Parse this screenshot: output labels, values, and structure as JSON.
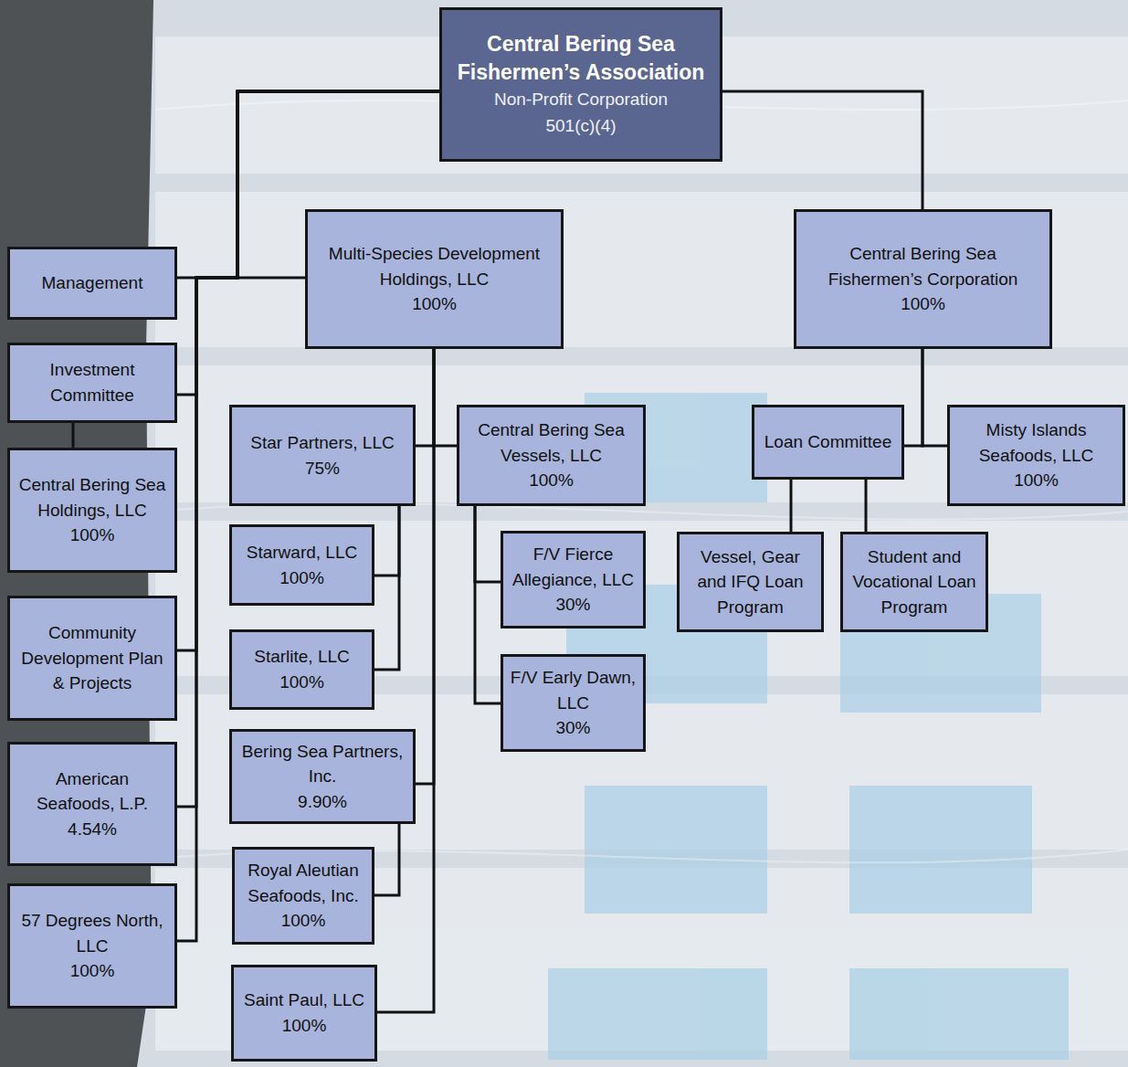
{
  "diagram": {
    "nodes": [
      {
        "text": [
          "Central Bering Sea Fishermen’s Association",
          "Non-Profit Corporation 501(c)(4)"
        ]
      },
      {
        "text": [
          "Management"
        ]
      },
      {
        "text": [
          "Multi-Species Development Holdings, LLC",
          "100%"
        ]
      },
      {
        "text": [
          "Central Bering Sea Fishermen’s Corporation",
          "100%"
        ]
      },
      {
        "text": [
          "Investment Committee"
        ]
      },
      {
        "text": [
          "Central Bering Sea Holdings, LLC",
          "100%"
        ]
      },
      {
        "text": [
          "Community Development Plan & Projects"
        ]
      },
      {
        "text": [
          "American Seafoods, L.P.",
          "4.54%"
        ]
      },
      {
        "text": [
          "57 Degrees North, LLC",
          "100%"
        ]
      },
      {
        "text": [
          "Star Partners, LLC",
          "75%"
        ]
      },
      {
        "text": [
          "Starward, LLC",
          "100%"
        ]
      },
      {
        "text": [
          "Starlite, LLC",
          "100%"
        ]
      },
      {
        "text": [
          "Bering Sea Partners, Inc.",
          "9.90%"
        ]
      },
      {
        "text": [
          "Royal Aleutian Seafoods, Inc.",
          "100%"
        ]
      },
      {
        "text": [
          "Saint Paul, LLC",
          "100%"
        ]
      },
      {
        "text": [
          "Central Bering Sea Vessels, LLC",
          "100%"
        ]
      },
      {
        "text": [
          "F/V Fierce Allegiance, LLC",
          "30%"
        ]
      },
      {
        "text": [
          "F/V Early Dawn, LLC",
          "30%"
        ]
      },
      {
        "text": [
          "Loan Committee"
        ]
      },
      {
        "text": [
          "Misty Islands Seafoods, LLC",
          "100%"
        ]
      },
      {
        "text": [
          "Vessel, Gear and IFQ Loan Program"
        ]
      },
      {
        "text": [
          "Student and Vocational Loan Program"
        ]
      }
    ],
    "edges": [
      {
        "from": 0,
        "to": 1,
        "arrow": "none"
      },
      {
        "from": 0,
        "to": 2,
        "arrow": "none"
      },
      {
        "from": 0,
        "to": 3,
        "arrow": "none"
      },
      {
        "from": 0,
        "to": 4,
        "arrow": "none"
      },
      {
        "from": 0,
        "to": 6,
        "arrow": "none"
      },
      {
        "from": 0,
        "to": 7,
        "arrow": "none"
      },
      {
        "from": 0,
        "to": 8,
        "arrow": "none"
      },
      {
        "from": 4,
        "to": 5,
        "arrow": "none"
      },
      {
        "from": 2,
        "to": 9,
        "arrow": "none"
      },
      {
        "from": 2,
        "to": 15,
        "arrow": "none"
      },
      {
        "from": 2,
        "to": 12,
        "arrow": "none"
      },
      {
        "from": 2,
        "to": 14,
        "arrow": "none"
      },
      {
        "from": 9,
        "to": 10,
        "arrow": "none"
      },
      {
        "from": 9,
        "to": 11,
        "arrow": "none"
      },
      {
        "from": 12,
        "to": 13,
        "arrow": "none"
      },
      {
        "from": 15,
        "to": 16,
        "arrow": "none"
      },
      {
        "from": 15,
        "to": 17,
        "arrow": "none"
      },
      {
        "from": 3,
        "to": 18,
        "arrow": "none"
      },
      {
        "from": 3,
        "to": 19,
        "arrow": "none"
      },
      {
        "from": 18,
        "to": 20,
        "arrow": "none"
      },
      {
        "from": 18,
        "to": 21,
        "arrow": "none"
      }
    ]
  }
}
